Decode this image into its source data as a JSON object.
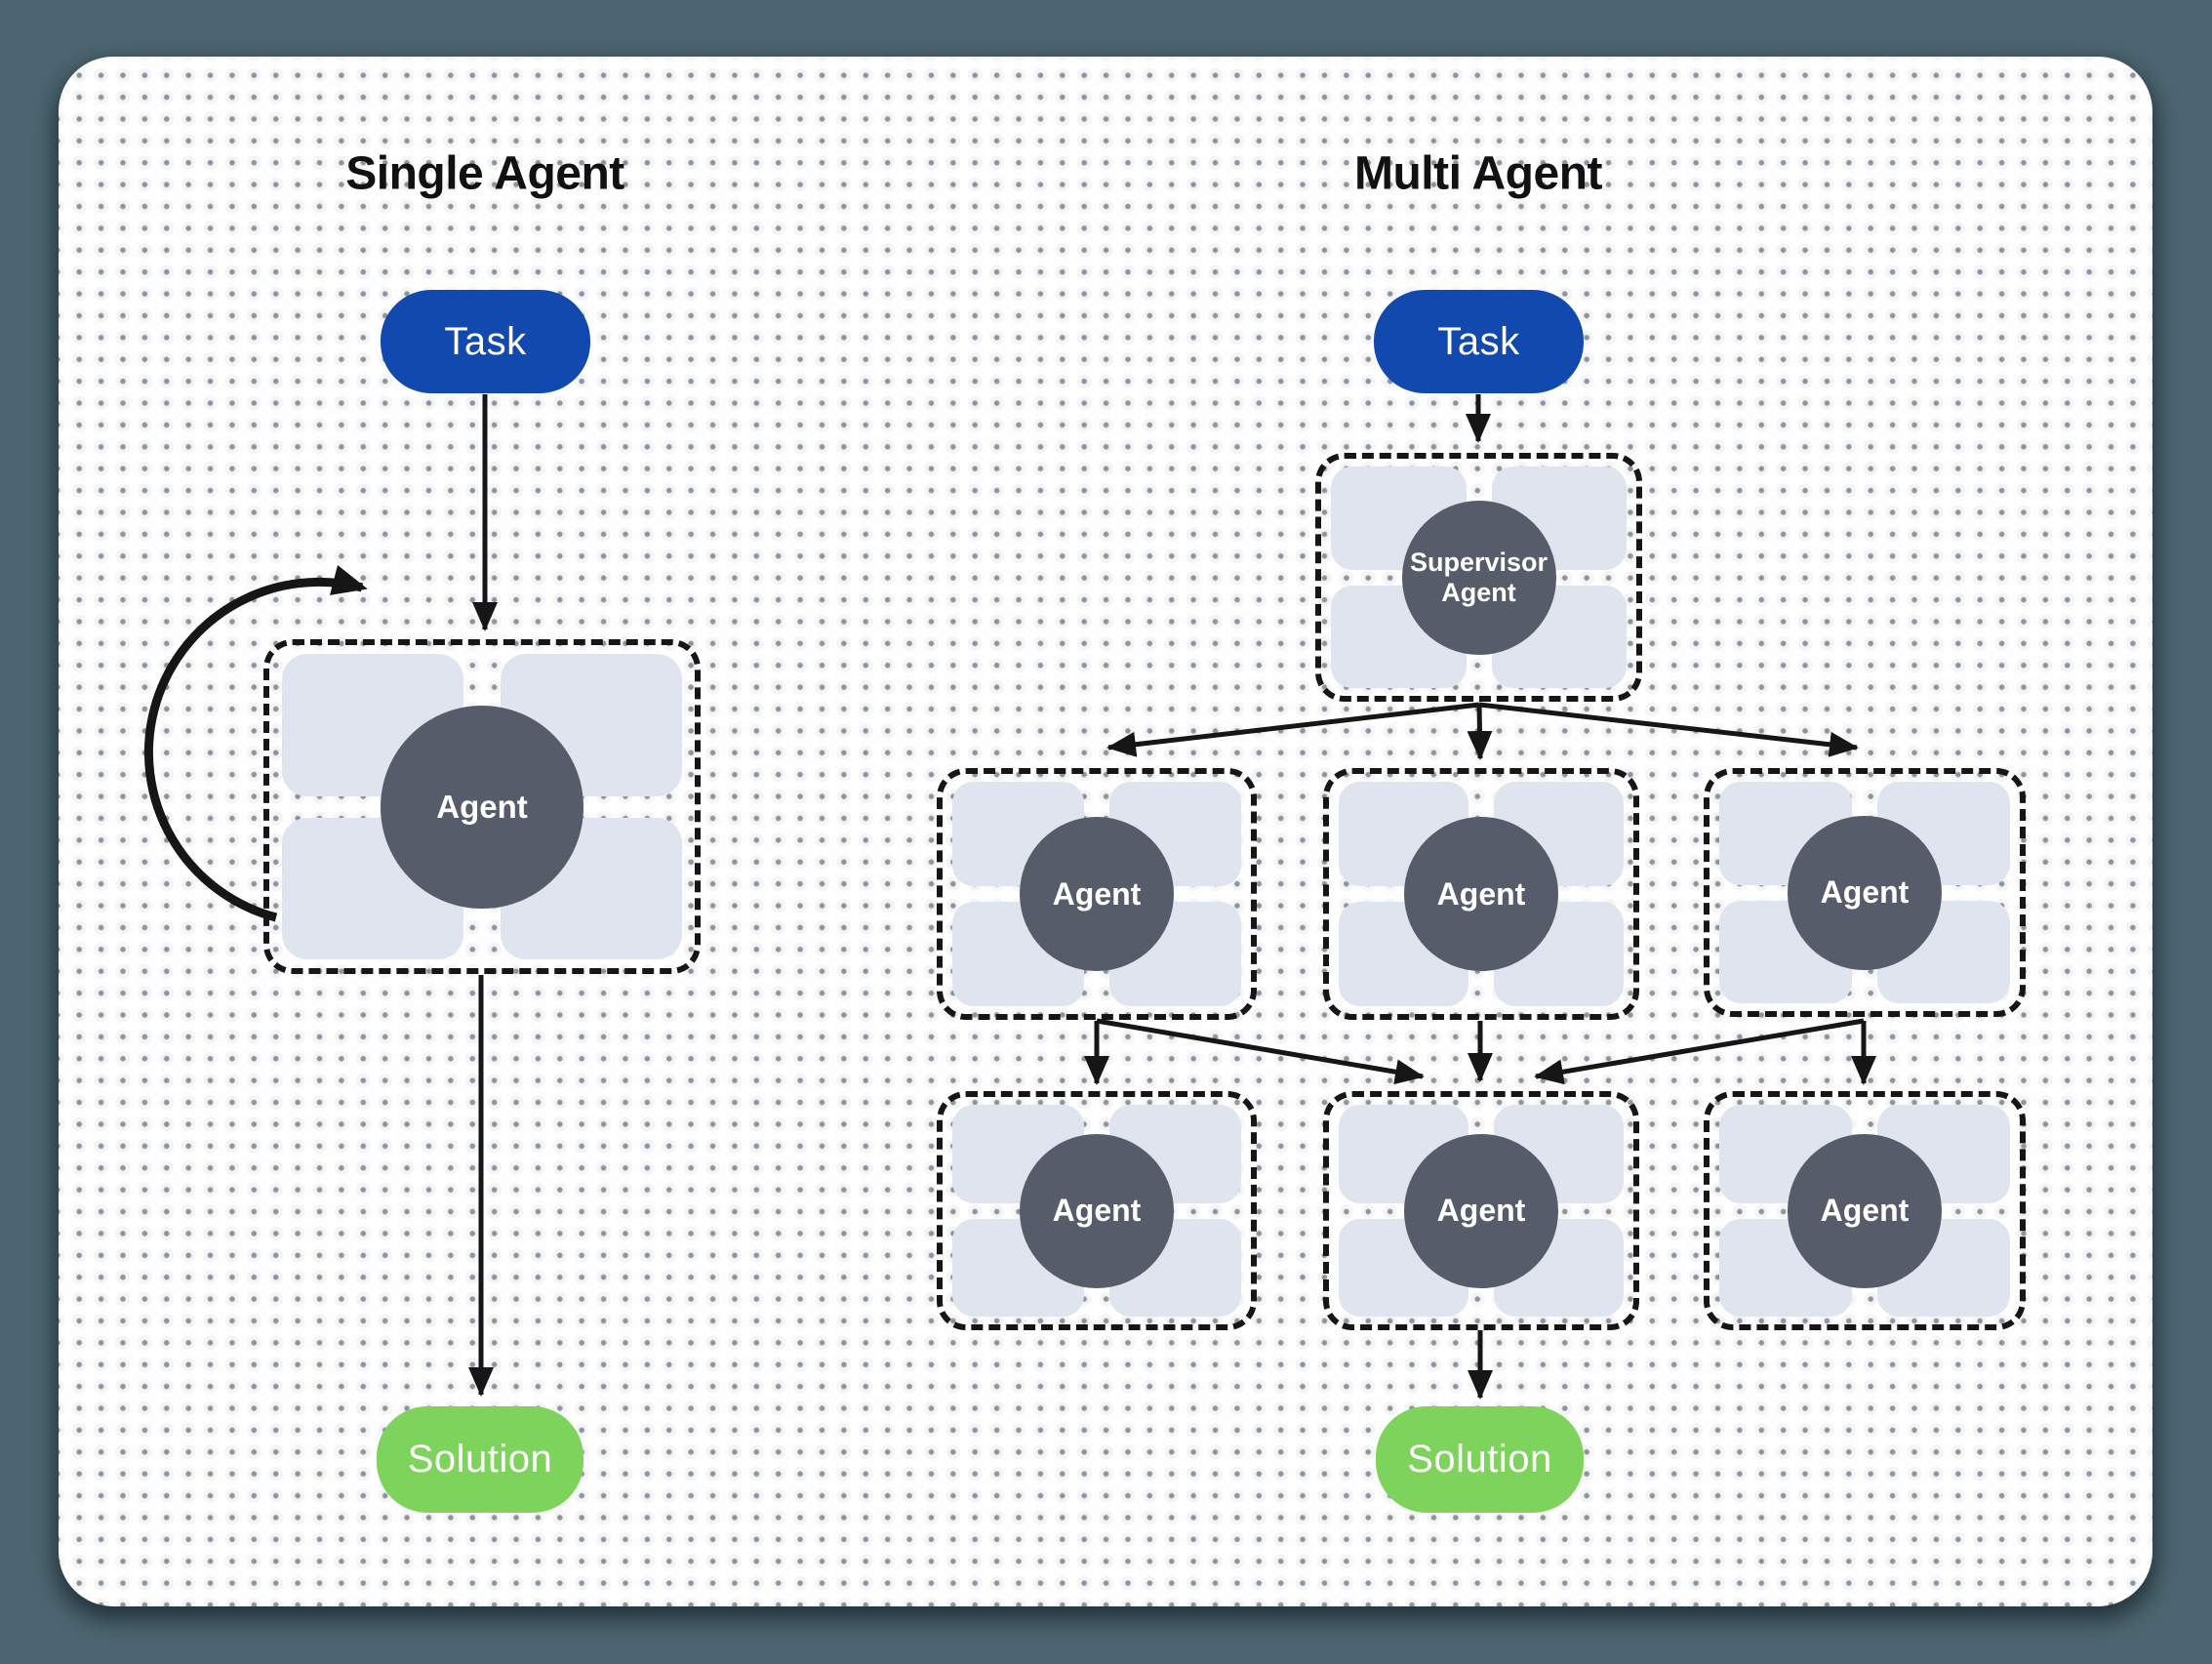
{
  "colors": {
    "background": "#4c6570",
    "card": "#fefefe",
    "task_fill": "#1149ae",
    "solution_fill": "#7ed35c",
    "agent_circle": "#565c6a",
    "tool_tile": "#dfe4ee",
    "connector": "#161616",
    "title_color": "#111111"
  },
  "single": {
    "title": "Single Agent",
    "task_label": "Task",
    "agent_label": "Agent",
    "solution_label": "Solution"
  },
  "multi": {
    "title": "Multi Agent",
    "task_label": "Task",
    "supervisor_label": "Supervisor Agent",
    "row1_agent_labels": [
      "Agent",
      "Agent",
      "Agent"
    ],
    "row2_agent_labels": [
      "Agent",
      "Agent",
      "Agent"
    ],
    "solution_label": "Solution"
  }
}
